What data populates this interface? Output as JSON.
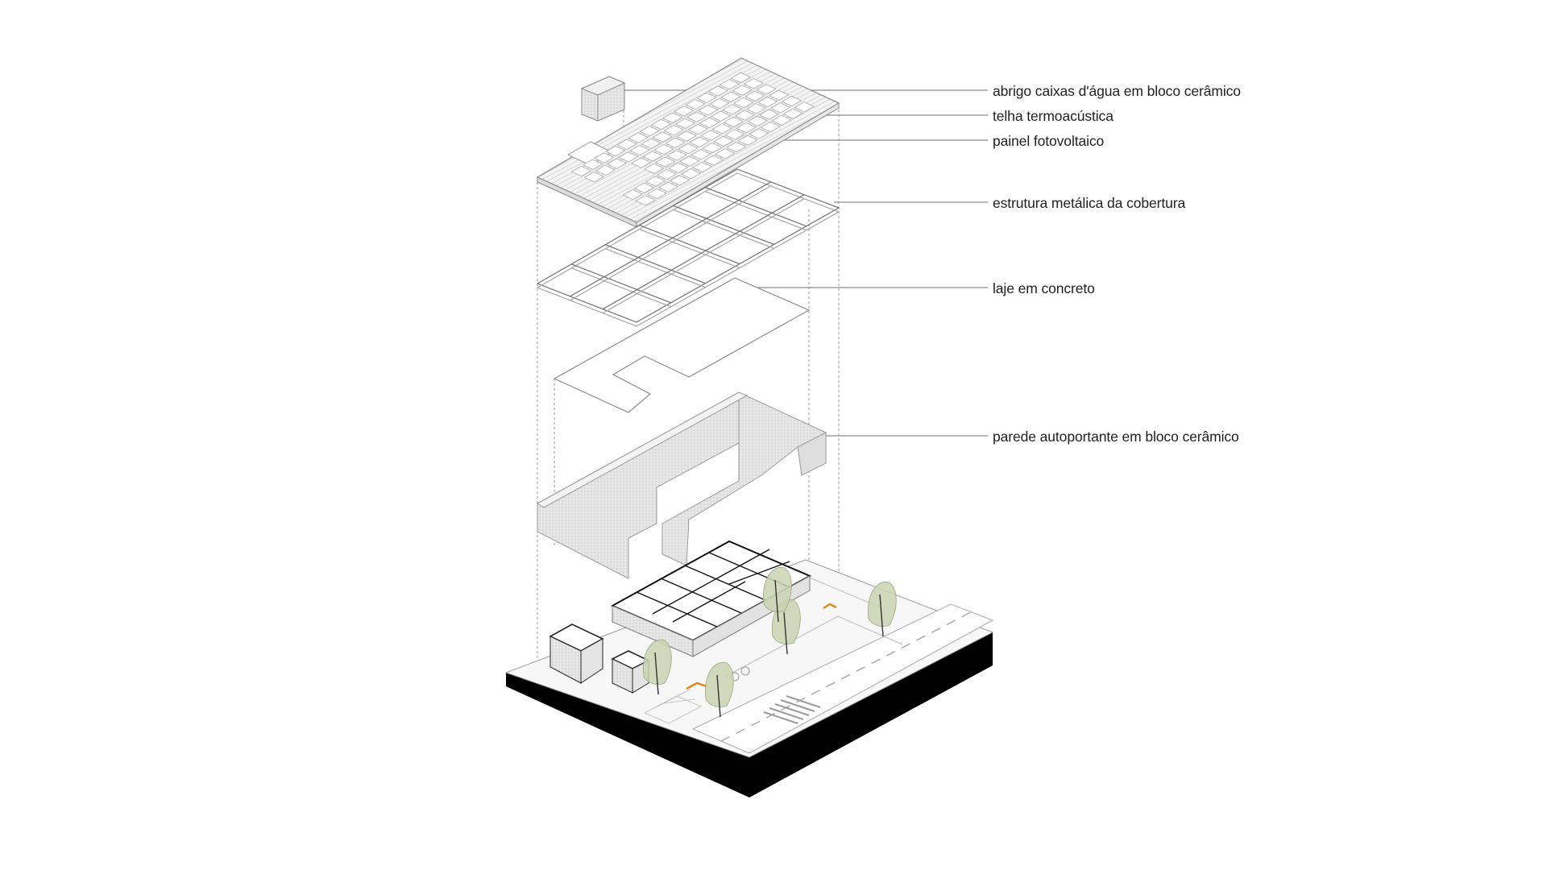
{
  "diagram": {
    "labels": [
      "abrigo caixas d'água em bloco cerâmico",
      "telha termoacústica",
      "painel fotovoltaico",
      "estrutura metálica da cobertura",
      "laje em concreto",
      "parede autoportante em bloco cerâmico"
    ],
    "colors": {
      "line": "#8a8a8a",
      "wall_fill": "#e6e6e6",
      "panel_fill": "#f2f2f2",
      "base": "#000000",
      "tree_fill": "#c9d3b0",
      "accent": "#e08a1c"
    }
  }
}
